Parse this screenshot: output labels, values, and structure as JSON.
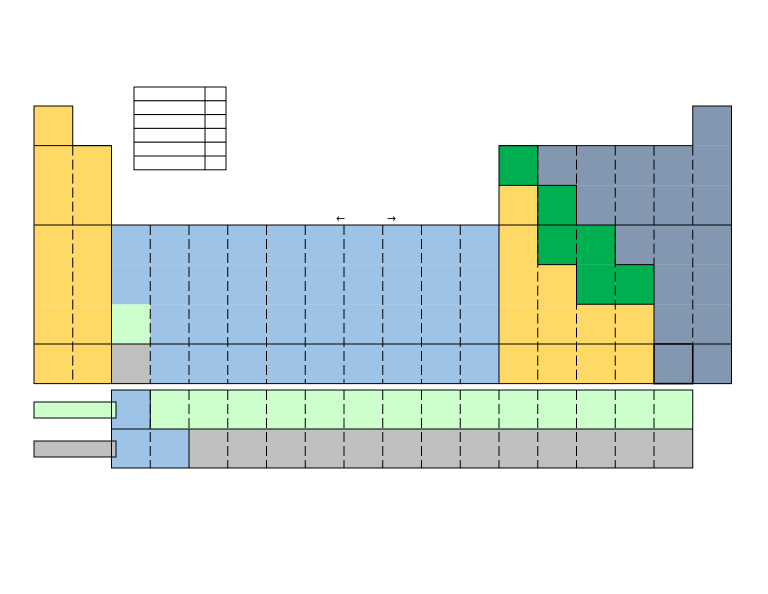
{
  "diagram": {
    "type": "periodic-table-style category grid",
    "colors": {
      "yellow": "#FFD966",
      "blue": "#9DC3E6",
      "light_green": "#CCFFCC",
      "gray": "#BFBFBF",
      "slate": "#8497B0",
      "green": "#00B050",
      "outline": "#000000"
    },
    "arrows": {
      "left": "←",
      "right": "→"
    },
    "legend_rows": 6,
    "main_grid": {
      "columns": 18,
      "rows": [
        [
          "Y",
          "",
          "",
          "",
          "",
          "",
          "",
          "",
          "",
          "",
          "",
          "",
          "",
          "",
          "",
          "",
          "",
          "S"
        ],
        [
          "Y",
          "Y",
          "",
          "",
          "",
          "",
          "",
          "",
          "",
          "",
          "",
          "",
          "G",
          "S",
          "S",
          "S",
          "S",
          "S"
        ],
        [
          "Y",
          "Y",
          "",
          "",
          "",
          "",
          "",
          "",
          "",
          "",
          "",
          "",
          "Y",
          "G",
          "S",
          "S",
          "S",
          "S"
        ],
        [
          "Y",
          "Y",
          "B",
          "B",
          "B",
          "B",
          "B",
          "B",
          "B",
          "B",
          "B",
          "B",
          "Y",
          "G",
          "G",
          "S",
          "S",
          "S"
        ],
        [
          "Y",
          "Y",
          "B",
          "B",
          "B",
          "B",
          "B",
          "B",
          "B",
          "B",
          "B",
          "B",
          "Y",
          "Y",
          "G",
          "G",
          "S",
          "S"
        ],
        [
          "Y",
          "Y",
          "L",
          "B",
          "B",
          "B",
          "B",
          "B",
          "B",
          "B",
          "B",
          "B",
          "Y",
          "Y",
          "Y",
          "Y",
          "S",
          "S"
        ],
        [
          "Y",
          "Y",
          "R",
          "B",
          "B",
          "B",
          "B",
          "B",
          "B",
          "B",
          "B",
          "B",
          "Y",
          "Y",
          "Y",
          "Y",
          "S",
          "S"
        ]
      ]
    },
    "lower_grid": {
      "rows": [
        [
          "B",
          "L",
          "L",
          "L",
          "L",
          "L",
          "L",
          "L",
          "L",
          "L",
          "L",
          "L",
          "L",
          "L",
          "L"
        ],
        [
          "B",
          "B",
          "R",
          "R",
          "R",
          "R",
          "R",
          "R",
          "R",
          "R",
          "R",
          "R",
          "R",
          "R",
          "R"
        ]
      ],
      "key_colors": [
        "L",
        "R"
      ]
    }
  }
}
